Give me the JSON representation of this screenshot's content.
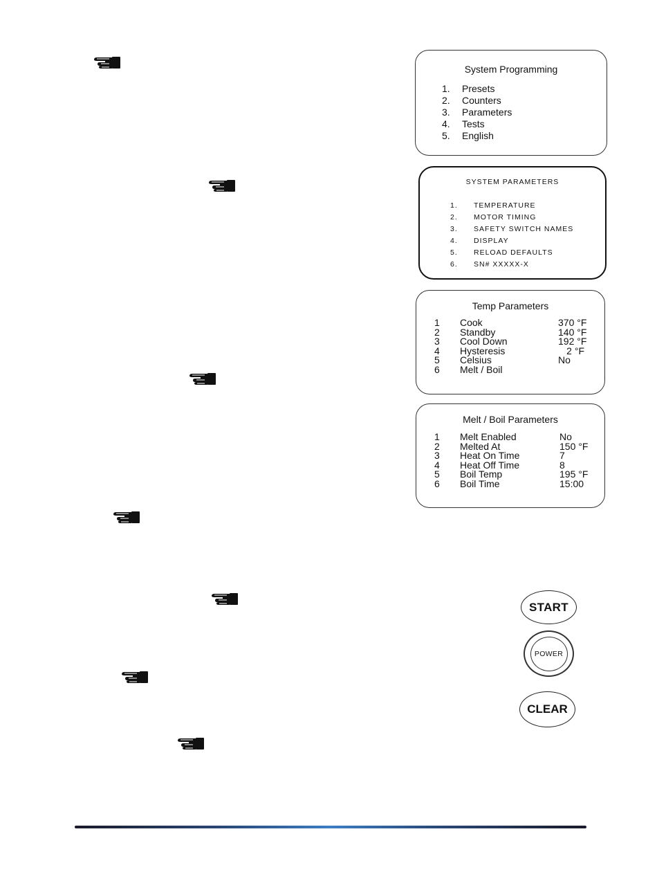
{
  "system_programming": {
    "title": "System Programming",
    "items": [
      {
        "num": "1.",
        "label": "Presets"
      },
      {
        "num": "2.",
        "label": "Counters"
      },
      {
        "num": "3.",
        "label": "Parameters"
      },
      {
        "num": "4.",
        "label": "Tests"
      },
      {
        "num": "5.",
        "label": "English"
      }
    ]
  },
  "system_parameters": {
    "title": "SYSTEM PARAMETERS",
    "items": [
      {
        "num": "1.",
        "label": "TEMPERATURE"
      },
      {
        "num": "2.",
        "label": "MOTOR TIMING"
      },
      {
        "num": "3.",
        "label": "SAFETY SWITCH NAMES"
      },
      {
        "num": "4.",
        "label": "DISPLAY"
      },
      {
        "num": "5.",
        "label": "RELOAD DEFAULTS"
      },
      {
        "num": "6.",
        "label": "SN# XXXXX-X"
      }
    ]
  },
  "temp_parameters": {
    "title": "Temp Parameters",
    "rows": [
      {
        "num": "1",
        "label": "Cook",
        "value": "370 °F"
      },
      {
        "num": "2",
        "label": "Standby",
        "value": "140 °F"
      },
      {
        "num": "3",
        "label": "Cool Down",
        "value": "192 °F"
      },
      {
        "num": "4",
        "label": "Hysteresis",
        "value": "2 °F"
      },
      {
        "num": "5",
        "label": "Celsius",
        "value": "No"
      },
      {
        "num": "6",
        "label": "Melt / Boil",
        "value": ""
      }
    ]
  },
  "melt_boil_parameters": {
    "title": "Melt / Boil Parameters",
    "rows": [
      {
        "num": "1",
        "label": "Melt Enabled",
        "value": "No"
      },
      {
        "num": "2",
        "label": "Melted At",
        "value": "150 °F"
      },
      {
        "num": "3",
        "label": "Heat On Time",
        "value": "7"
      },
      {
        "num": "4",
        "label": "Heat Off Time",
        "value": "8"
      },
      {
        "num": "5",
        "label": "Boil Temp",
        "value": "195 °F"
      },
      {
        "num": "6",
        "label": "Boil Time",
        "value": "15:00"
      }
    ]
  },
  "buttons": {
    "start": "START",
    "power": "POWER",
    "clear": "CLEAR"
  },
  "icons": {
    "hand": "pointing-hand-icon"
  }
}
